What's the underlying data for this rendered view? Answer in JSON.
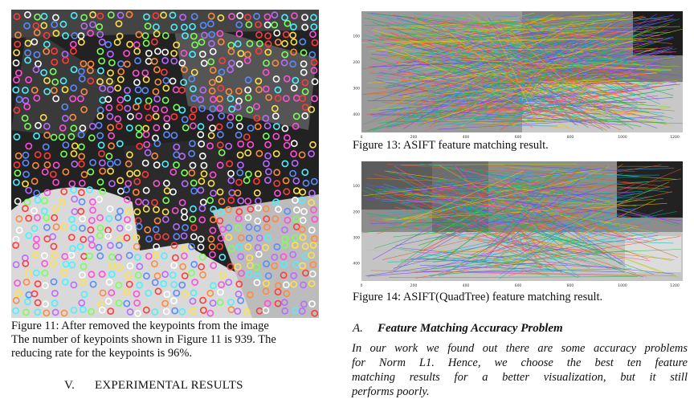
{
  "figure11": {
    "caption_lines": [
      "Figure 11: After removed the keypoints from the image",
      "The number of keypoints shown in Figure 11 is 939. The",
      "reducing rate for the keypoints is 96%."
    ]
  },
  "figure13": {
    "caption": "Figure 13: ASIFT feature matching result.",
    "y_ticks": [
      "100",
      "200",
      "300",
      "400"
    ],
    "x_ticks": [
      "0",
      "200",
      "400",
      "600",
      "800",
      "1000",
      "1200"
    ]
  },
  "figure14": {
    "caption": "Figure 14: ASIFT(QuadTree) feature matching result.",
    "y_ticks": [
      "100",
      "200",
      "300",
      "400"
    ],
    "x_ticks": [
      "0",
      "200",
      "400",
      "600",
      "800",
      "1000",
      "1200"
    ]
  },
  "section_v": {
    "number": "V.",
    "title": "EXPERIMENTAL RESULTS"
  },
  "subsection_a": {
    "number": "A.",
    "title": "Feature Matching Accuracy Problem"
  },
  "paragraph_a": [
    "In our work we found out there are some accuracy problems",
    "for Norm L1. Hence, we choose the best ten feature",
    "matching results for a better visualization, but it still",
    "performs poorly."
  ],
  "colors": {
    "keypoint_palette": [
      "#ff4fd8",
      "#ffe14a",
      "#4df0ff",
      "#7bff5a",
      "#b86bff",
      "#ff8a3d",
      "#5a8bff",
      "#ffffff",
      "#ff3b3b"
    ],
    "line_palette": [
      "#e4572e",
      "#29a3d6",
      "#7a3cff",
      "#22b04b",
      "#f2c300",
      "#ff4fb3",
      "#00c2a8",
      "#5b5bd6",
      "#d17a22",
      "#9bd12c"
    ]
  }
}
